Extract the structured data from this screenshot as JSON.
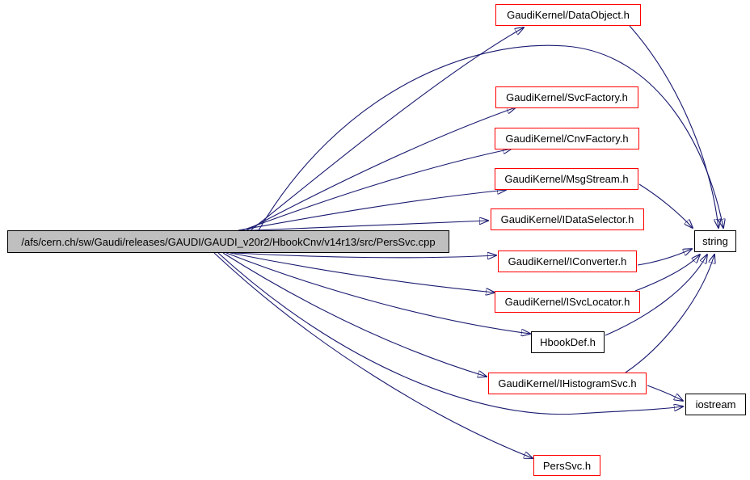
{
  "diagram": {
    "kind": "include-dependency-graph",
    "colors": {
      "edge": "#191970",
      "truncated_node_border": "#ff0000",
      "normal_node_border": "#000000",
      "main_node_fill": "#bfbfbf",
      "node_fill": "#ffffff",
      "background": "#ffffff",
      "text": "#000000"
    },
    "nodes": [
      {
        "id": "main",
        "label": "/afs/cern.ch/sw/Gaudi/releases/GAUDI/GAUDI_v20r2/HbookCnv/v14r13/src/PersSvc.cpp",
        "border": "black",
        "fill": "gray"
      },
      {
        "id": "dataobject",
        "label": "GaudiKernel/DataObject.h",
        "border": "red",
        "fill": "white"
      },
      {
        "id": "svcfactory",
        "label": "GaudiKernel/SvcFactory.h",
        "border": "red",
        "fill": "white"
      },
      {
        "id": "cnvfactory",
        "label": "GaudiKernel/CnvFactory.h",
        "border": "red",
        "fill": "white"
      },
      {
        "id": "msgstream",
        "label": "GaudiKernel/MsgStream.h",
        "border": "red",
        "fill": "white"
      },
      {
        "id": "idataselector",
        "label": "GaudiKernel/IDataSelector.h",
        "border": "red",
        "fill": "white"
      },
      {
        "id": "iconverter",
        "label": "GaudiKernel/IConverter.h",
        "border": "red",
        "fill": "white"
      },
      {
        "id": "isvclocator",
        "label": "GaudiKernel/ISvcLocator.h",
        "border": "red",
        "fill": "white"
      },
      {
        "id": "hbookdef",
        "label": "HbookDef.h",
        "border": "black",
        "fill": "white"
      },
      {
        "id": "ihistogramsvc",
        "label": "GaudiKernel/IHistogramSvc.h",
        "border": "red",
        "fill": "white"
      },
      {
        "id": "perssvc",
        "label": "PersSvc.h",
        "border": "red",
        "fill": "white"
      },
      {
        "id": "string",
        "label": "string",
        "border": "black",
        "fill": "white"
      },
      {
        "id": "iostream",
        "label": "iostream",
        "border": "black",
        "fill": "white"
      }
    ],
    "edges": [
      {
        "from": "PersSvc.cpp",
        "to": "GaudiKernel/DataObject.h"
      },
      {
        "from": "PersSvc.cpp",
        "to": "string"
      },
      {
        "from": "PersSvc.cpp",
        "to": "GaudiKernel/SvcFactory.h"
      },
      {
        "from": "PersSvc.cpp",
        "to": "GaudiKernel/CnvFactory.h"
      },
      {
        "from": "PersSvc.cpp",
        "to": "GaudiKernel/MsgStream.h"
      },
      {
        "from": "PersSvc.cpp",
        "to": "GaudiKernel/IDataSelector.h"
      },
      {
        "from": "PersSvc.cpp",
        "to": "GaudiKernel/IConverter.h"
      },
      {
        "from": "PersSvc.cpp",
        "to": "GaudiKernel/ISvcLocator.h"
      },
      {
        "from": "PersSvc.cpp",
        "to": "HbookDef.h"
      },
      {
        "from": "PersSvc.cpp",
        "to": "GaudiKernel/IHistogramSvc.h"
      },
      {
        "from": "PersSvc.cpp",
        "to": "iostream"
      },
      {
        "from": "PersSvc.cpp",
        "to": "PersSvc.h"
      },
      {
        "from": "GaudiKernel/DataObject.h",
        "to": "string"
      },
      {
        "from": "GaudiKernel/MsgStream.h",
        "to": "string"
      },
      {
        "from": "GaudiKernel/IConverter.h",
        "to": "string"
      },
      {
        "from": "GaudiKernel/ISvcLocator.h",
        "to": "string"
      },
      {
        "from": "HbookDef.h",
        "to": "string"
      },
      {
        "from": "GaudiKernel/IHistogramSvc.h",
        "to": "string"
      },
      {
        "from": "GaudiKernel/IHistogramSvc.h",
        "to": "iostream"
      }
    ]
  }
}
